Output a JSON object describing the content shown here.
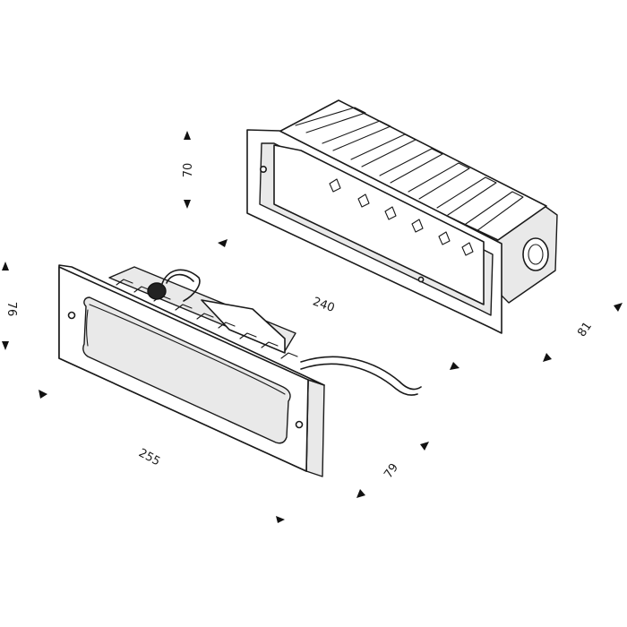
{
  "dimensions": {
    "box_height": "70",
    "box_length": "240",
    "box_depth": "81",
    "plate_height": "76",
    "plate_length": "255",
    "body_depth": "79"
  }
}
